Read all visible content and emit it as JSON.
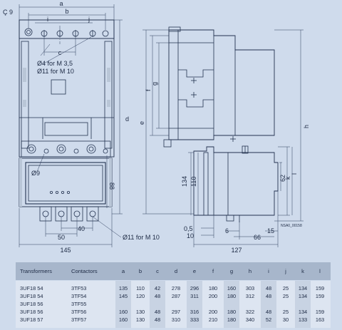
{
  "drawing": {
    "front_dims": {
      "a": "a",
      "b": "b",
      "c": "c",
      "d": "d",
      "i": "i",
      "j": "j"
    },
    "notes": {
      "c9": "Ç 9",
      "phi4": "Ø4 for M 3,5",
      "phi11a": "Ø11 for M 10",
      "phi9": "Ø9",
      "phi11b": "Ø11 for M 10"
    },
    "front_bottom": {
      "d88": "88",
      "d50": "50",
      "d40": "40",
      "d145": "145"
    },
    "side_dims": {
      "e": "e",
      "f": "f",
      "g": "g",
      "h": "h",
      "k": "k",
      "l": "l",
      "d134": "134",
      "d110": "110",
      "d62": "62",
      "d05": "0,5",
      "d10": "10",
      "d6": "6",
      "d15": "15",
      "d66": "66",
      "d127": "127",
      "ref": "NSA0_00158"
    }
  },
  "table": {
    "headers": [
      "Transformers",
      "Contactors",
      "a",
      "b",
      "c",
      "d",
      "e",
      "f",
      "g",
      "h",
      "i",
      "j",
      "k",
      "l"
    ],
    "rows": [
      {
        "t": "3UF18 54",
        "c": "3TF53",
        "v": [
          "135",
          "110",
          "42",
          "278",
          "296",
          "180",
          "160",
          "303",
          "48",
          "25",
          "134",
          "159"
        ]
      },
      {
        "t": "3UF18 54",
        "c": "3TF54",
        "v": [
          "145",
          "120",
          "48",
          "287",
          "311",
          "200",
          "180",
          "312",
          "48",
          "25",
          "134",
          "159"
        ]
      },
      {
        "t": "3UF18 56",
        "c": "3TF55",
        "v": [
          "",
          "",
          "",
          "",
          "",
          "",
          "",
          "",
          "",
          "",
          "",
          ""
        ]
      },
      {
        "t": "3UF18 56",
        "c": "3TF56",
        "v": [
          "160",
          "130",
          "48",
          "297",
          "316",
          "200",
          "180",
          "322",
          "48",
          "25",
          "134",
          "159"
        ]
      },
      {
        "t": "3UF18 57",
        "c": "3TF57",
        "v": [
          "160",
          "130",
          "48",
          "310",
          "333",
          "210",
          "180",
          "340",
          "52",
          "30",
          "133",
          "163"
        ]
      }
    ]
  }
}
